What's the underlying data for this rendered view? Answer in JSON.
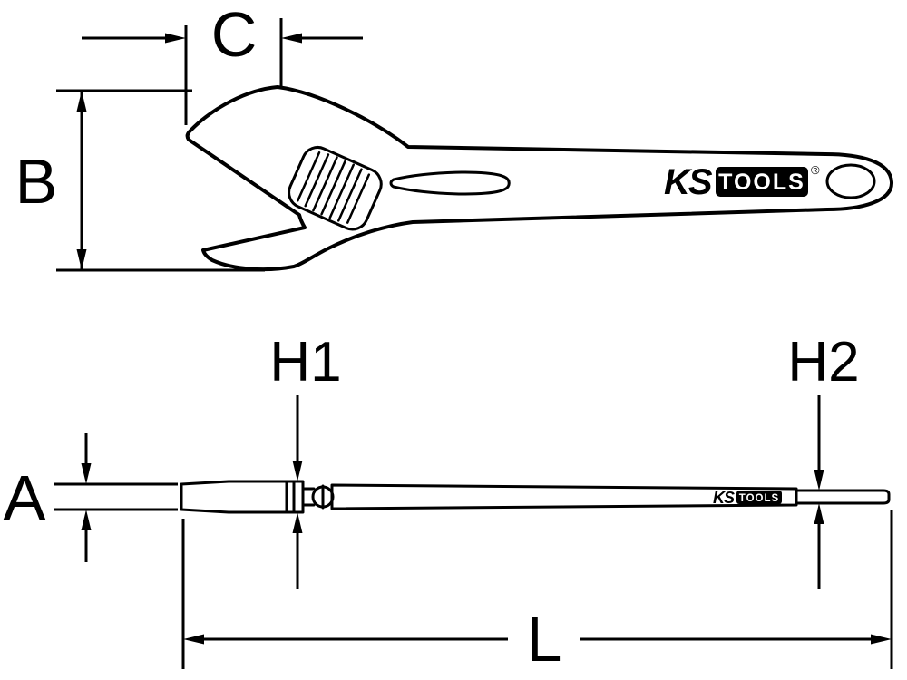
{
  "diagram": {
    "labels": {
      "a": "A",
      "b": "B",
      "c": "C",
      "h1": "H1",
      "h2": "H2",
      "l": "L"
    },
    "brand": {
      "ks": "KS",
      "tools": "TOOLS",
      "registered": "®"
    },
    "brand_small": {
      "ks": "KS",
      "tools": "TOOLS"
    },
    "colors": {
      "line": "#000000",
      "background": "#ffffff"
    }
  }
}
